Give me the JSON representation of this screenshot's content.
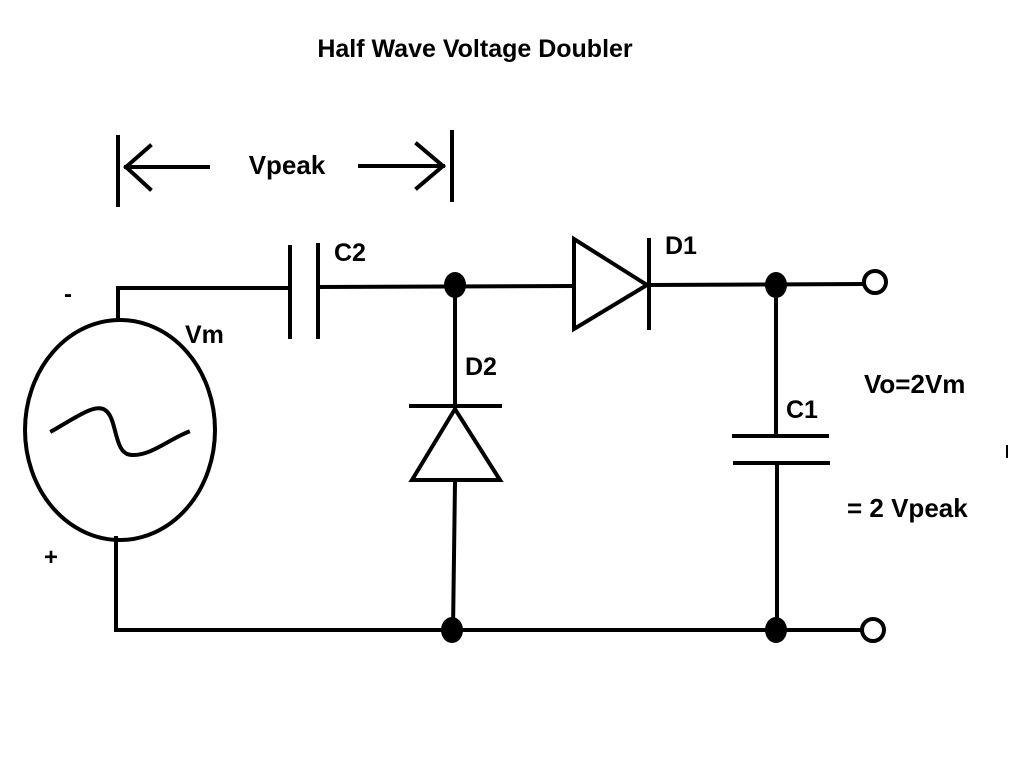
{
  "title": "Half Wave Voltage Doubler",
  "dimension": {
    "label": "Vpeak"
  },
  "source": {
    "label": "Vm",
    "minus": "-",
    "plus": "+",
    "icon": "ac-sine-icon"
  },
  "components": {
    "c2": "C2",
    "d1": "D1",
    "d2": "D2",
    "c1": "C1"
  },
  "output": {
    "equation": "Vo=2Vm",
    "equation2": "= 2 Vpeak"
  },
  "colors": {
    "ink": "#000000",
    "background": "#ffffff"
  }
}
